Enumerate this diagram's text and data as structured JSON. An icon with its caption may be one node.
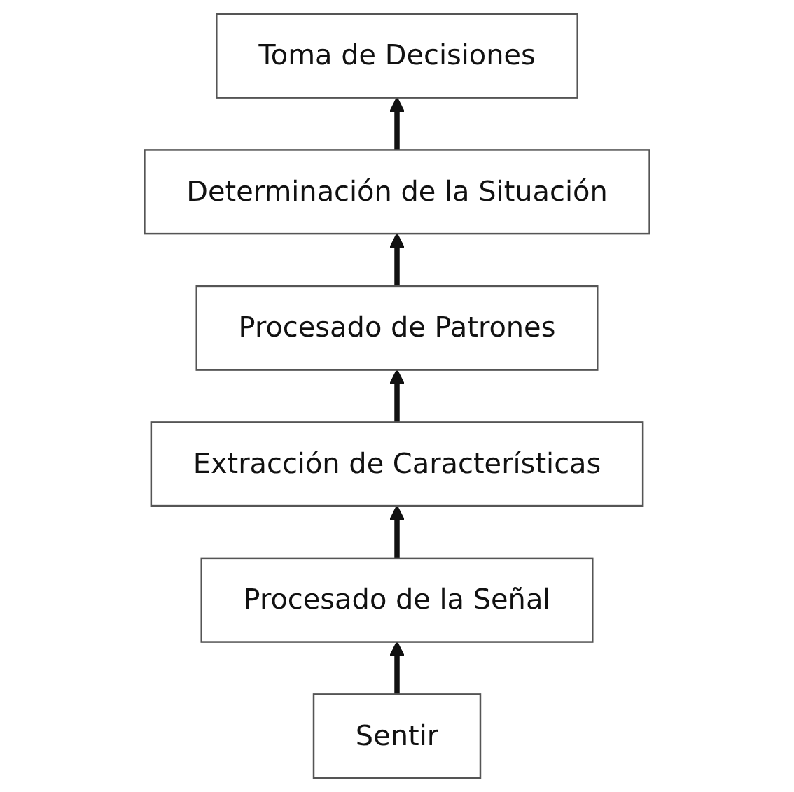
{
  "diagram": {
    "nodes": [
      {
        "text": [
          "Toma de Decisiones"
        ]
      },
      {
        "text": [
          "Determinación de la Situación"
        ]
      },
      {
        "text": [
          "Procesado de Patrones"
        ]
      },
      {
        "text": [
          "Extracción de Características"
        ]
      },
      {
        "text": [
          "Procesado de la Señal"
        ]
      },
      {
        "text": [
          "Sentir"
        ]
      }
    ],
    "edges": [
      {
        "from": 5,
        "to": 4,
        "arrow": "to"
      },
      {
        "from": 4,
        "to": 3,
        "arrow": "to"
      },
      {
        "from": 3,
        "to": 2,
        "arrow": "to"
      },
      {
        "from": 2,
        "to": 1,
        "arrow": "to"
      },
      {
        "from": 1,
        "to": 0,
        "arrow": "to"
      }
    ]
  }
}
